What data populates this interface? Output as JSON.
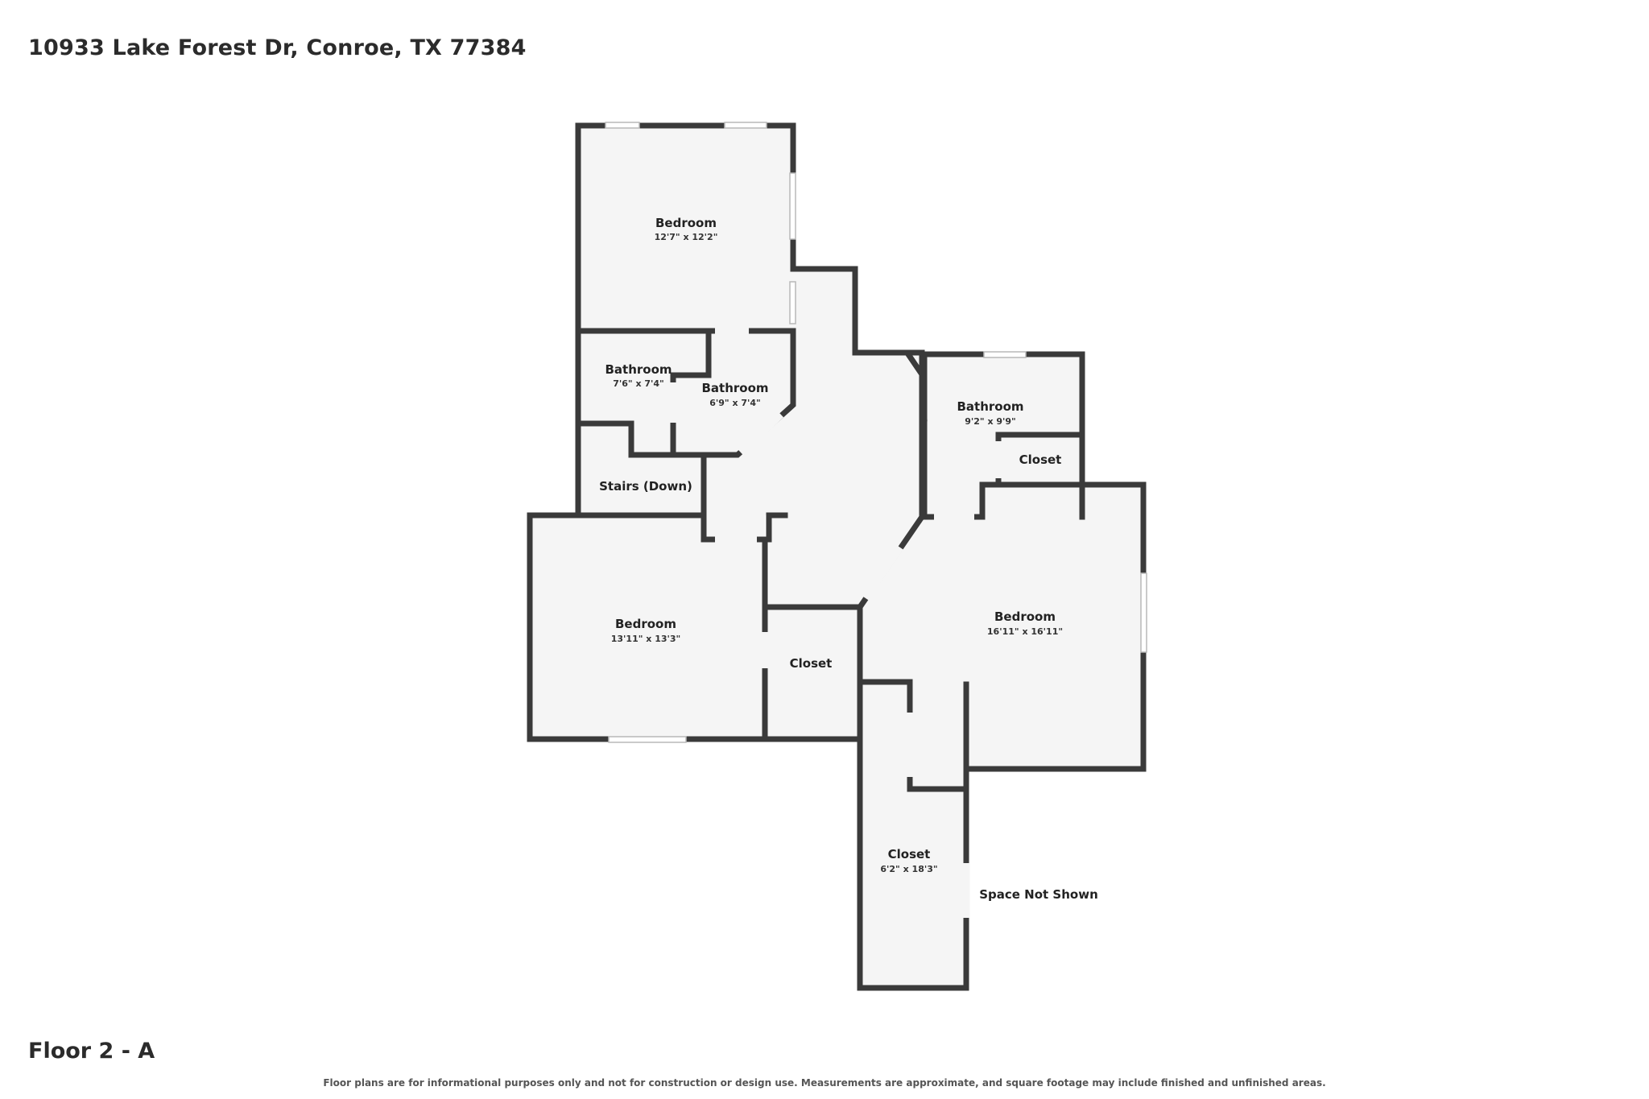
{
  "header": {
    "address": "10933 Lake Forest Dr, Conroe, TX 77384"
  },
  "footer": {
    "floor": "Floor 2 - A",
    "disclaimer": "Floor plans are for informational purposes only and not for construction or design use. Measurements are approximate, and square footage may include finished and unfinished areas."
  },
  "rooms": {
    "bedroom_top": {
      "name": "Bedroom",
      "dims": "12'7\" x 12'2\""
    },
    "bathroom_a": {
      "name": "Bathroom",
      "dims": "7'6\" x 7'4\""
    },
    "bathroom_b": {
      "name": "Bathroom",
      "dims": "6'9\" x 7'4\""
    },
    "stairs": {
      "name": "Stairs (Down)"
    },
    "bedroom_left": {
      "name": "Bedroom",
      "dims": "13'11\" x 13'3\""
    },
    "closet_center": {
      "name": "Closet"
    },
    "bathroom_right": {
      "name": "Bathroom",
      "dims": "9'2\" x 9'9\""
    },
    "closet_small": {
      "name": "Closet"
    },
    "bedroom_right": {
      "name": "Bedroom",
      "dims": "16'11\" x 16'11\""
    },
    "closet_long": {
      "name": "Closet",
      "dims": "6'2\" x 18'3\""
    },
    "space_not_shown": {
      "name": "Space Not Shown"
    }
  }
}
